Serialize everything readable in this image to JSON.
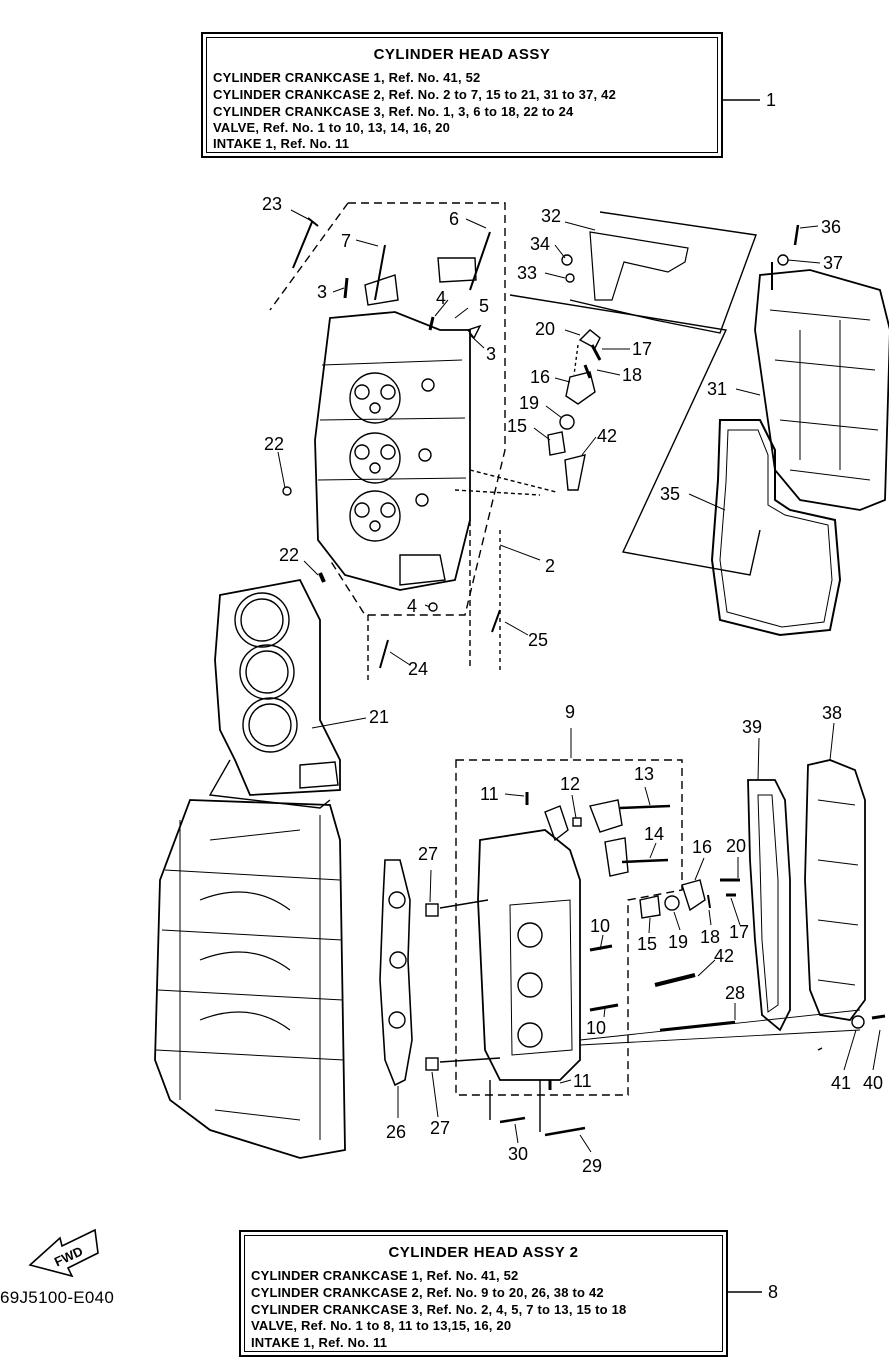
{
  "assembly_box_1": {
    "title": "CYLINDER  HEAD ASSY",
    "lines": [
      "CYLINDER CRANKCASE 1,  Ref. No. 41, 52",
      "CYLINDER CRANKCASE 2,  Ref. No. 2 to 7, 15 to 21, 31 to 37, 42",
      "CYLINDER CRANKCASE 3,  Ref. No. 1, 3, 6 to 18, 22 to 24",
      "VALVE,  Ref. No. 1 to 10, 13, 14, 16, 20",
      "INTAKE 1, Ref. No. 11"
    ],
    "ref": "1"
  },
  "assembly_box_2": {
    "title": "CYLINDER  HEAD ASSY 2",
    "lines": [
      "CYLINDER CRANKCASE 1,  Ref. No. 41, 52",
      "CYLINDER CRANKCASE 2,  Ref. No. 9 to 20, 26, 38 to 42",
      "CYLINDER CRANKCASE 3,  Ref. No. 2, 4, 5, 7 to 13, 15 to 18",
      "VALVE,  Ref. No. 1 to 8, 11 to 13,15, 16, 20",
      "INTAKE 1, Ref. No. 11"
    ],
    "ref": "8"
  },
  "fwd_label": "FWD",
  "diagram_code": "69J5100-E040",
  "callouts": [
    "23",
    "6",
    "7",
    "3",
    "4",
    "5",
    "3",
    "32",
    "34",
    "33",
    "36",
    "37",
    "20",
    "17",
    "16",
    "18",
    "19",
    "15",
    "42",
    "31",
    "35",
    "22",
    "22",
    "2",
    "4",
    "25",
    "24",
    "21",
    "9",
    "11",
    "12",
    "13",
    "14",
    "27",
    "16",
    "20",
    "10",
    "15",
    "19",
    "18",
    "17",
    "10",
    "42",
    "28",
    "10",
    "11",
    "27",
    "26",
    "30",
    "29",
    "39",
    "38",
    "41",
    "40"
  ]
}
